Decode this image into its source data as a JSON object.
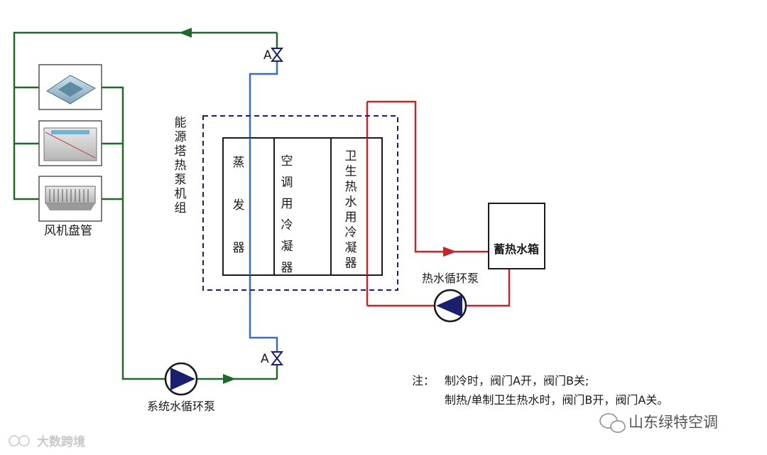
{
  "labels": {
    "fan_coil": "风机盘管",
    "system": "能源塔热泵机组",
    "evaporator": "蒸发器",
    "ac_condenser": "空调用冷凝器",
    "hot_water_condenser": "卫生热水用冷凝器",
    "storage_tank": "蓄热水箱",
    "hot_water_pump": "热水循环泵",
    "system_pump": "系统水循环泵",
    "valve_a": "A"
  },
  "note": {
    "prefix": "注：",
    "line1": "制冷时，阀门A开，阀门B关;",
    "line2": "制热/单制卫生热水时，阀门B开，阀门A关。"
  },
  "watermarks": {
    "left": "大数跨境",
    "right": "山东绿特空调"
  },
  "colors": {
    "green_pipe": "#1f6a2a",
    "blue_pipe": "#3a6fc0",
    "red_pipe": "#c0282a",
    "navy": "#1c1f6e"
  }
}
